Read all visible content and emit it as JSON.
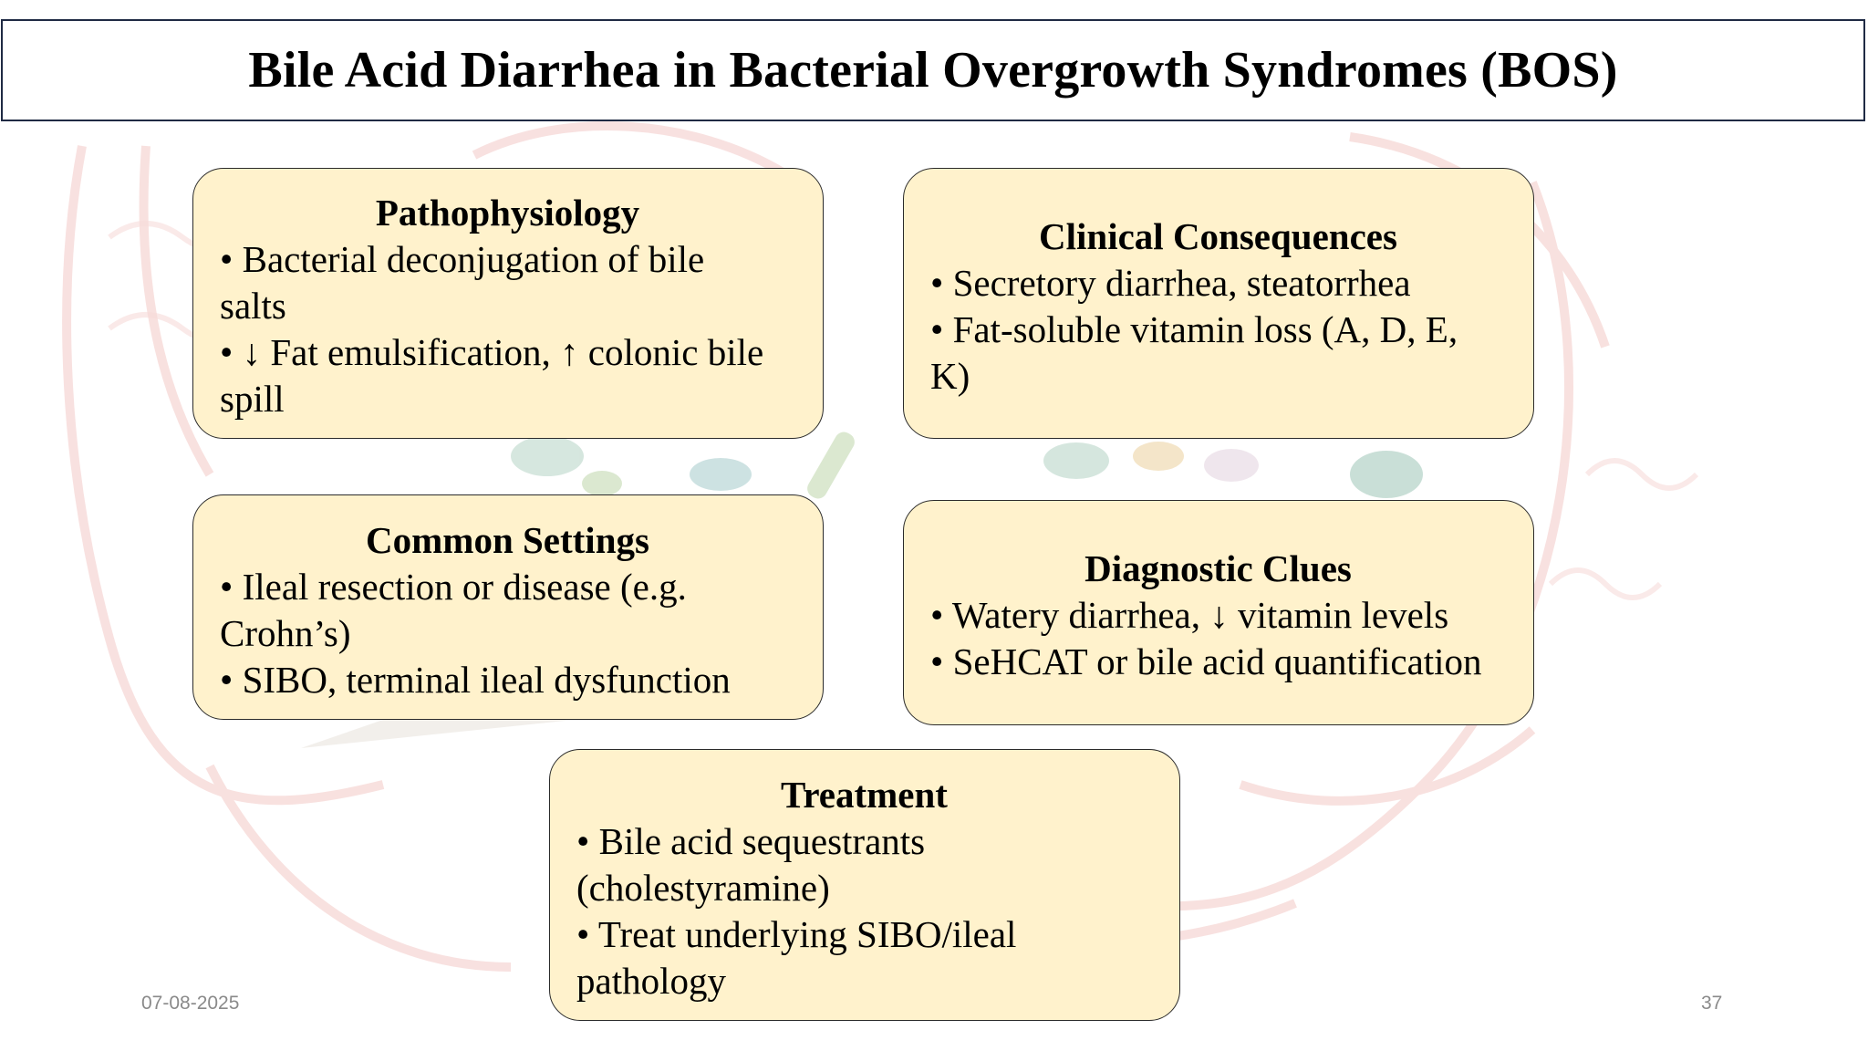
{
  "slide": {
    "title": "Bile Acid Diarrhea in Bacterial Overgrowth Syndromes (BOS)",
    "date": "07-08-2025",
    "page_number": "37"
  },
  "cards": {
    "pathophysiology": {
      "heading": "Pathophysiology",
      "lines": [
        "• Bacterial deconjugation of bile",
        "salts",
        "• ↓ Fat emulsification, ↑ colonic bile",
        "spill"
      ]
    },
    "clinical": {
      "heading": "Clinical Consequences",
      "lines": [
        "• Secretory diarrhea, steatorrhea",
        "• Fat-soluble vitamin loss (A, D, E,",
        "K)"
      ]
    },
    "settings": {
      "heading": "Common Settings",
      "lines": [
        "• Ileal resection or disease (e.g.",
        "Crohn’s)",
        "• SIBO, terminal ileal dysfunction"
      ]
    },
    "diagnostic": {
      "heading": "Diagnostic Clues",
      "lines": [
        "• Watery diarrhea, ↓ vitamin levels",
        "• SeHCAT or bile acid quantification"
      ]
    },
    "treatment": {
      "heading": "Treatment",
      "lines": [
        "• Bile acid sequestrants",
        "(cholestyramine)",
        "• Treat underlying SIBO/ileal",
        "pathology"
      ]
    }
  },
  "colors": {
    "card_fill": "#fff2cc",
    "title_border": "#1f2a44",
    "footer_text": "#8a8a8a"
  }
}
